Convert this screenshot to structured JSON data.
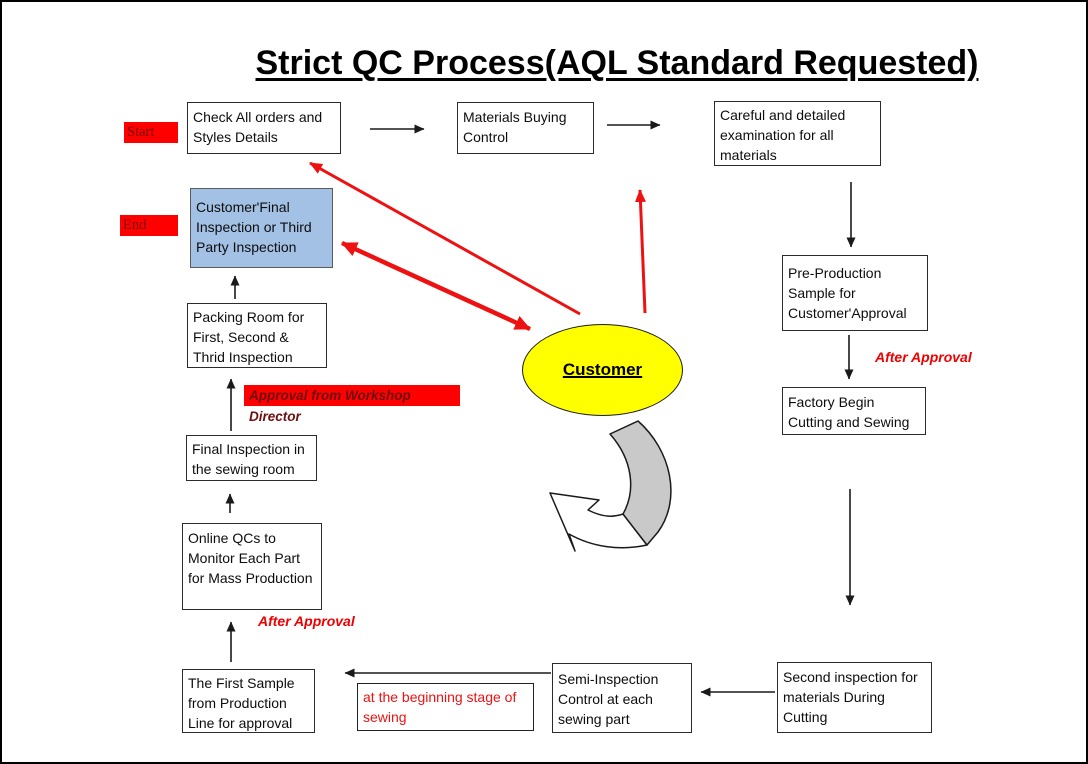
{
  "title": "Strict QC Process(AQL Standard Requested)",
  "badges": {
    "start": "Start",
    "end": "End"
  },
  "annotations": {
    "approval_workshop": "Approval from Workshop Director",
    "after_approval_left": "After Approval",
    "after_approval_right": "After Approval",
    "beginning_stage": "at the beginning stage of sewing"
  },
  "nodes": {
    "check_orders": "Check All orders and Styles Details",
    "materials_buying": "Materials Buying Control",
    "careful_exam": "Careful and detailed examination for all materials",
    "customer_final": "Customer'Final Inspection or Third Party Inspection",
    "packing_room": "Packing Room for First, Second & Thrid Inspection",
    "final_inspection": "Final Inspection in the sewing room",
    "online_qcs": "Online QCs to Monitor Each Part for Mass Production",
    "first_sample": "The First Sample from Production Line for approval",
    "semi_inspection": "Semi-Inspection Control at each sewing part",
    "second_inspection": "Second inspection for materials During Cutting",
    "pre_production": "Pre-Production Sample for Customer'Approval",
    "factory_begin": "Factory Begin Cutting and Sewing",
    "customer": "Customer"
  },
  "colors": {
    "highlight": "#ff0000",
    "arrow_red": "#ee1111",
    "customer_fill": "#ffff00",
    "end_node_fill": "#a3c1e5",
    "gray_arrow": "#c9c9c9"
  }
}
